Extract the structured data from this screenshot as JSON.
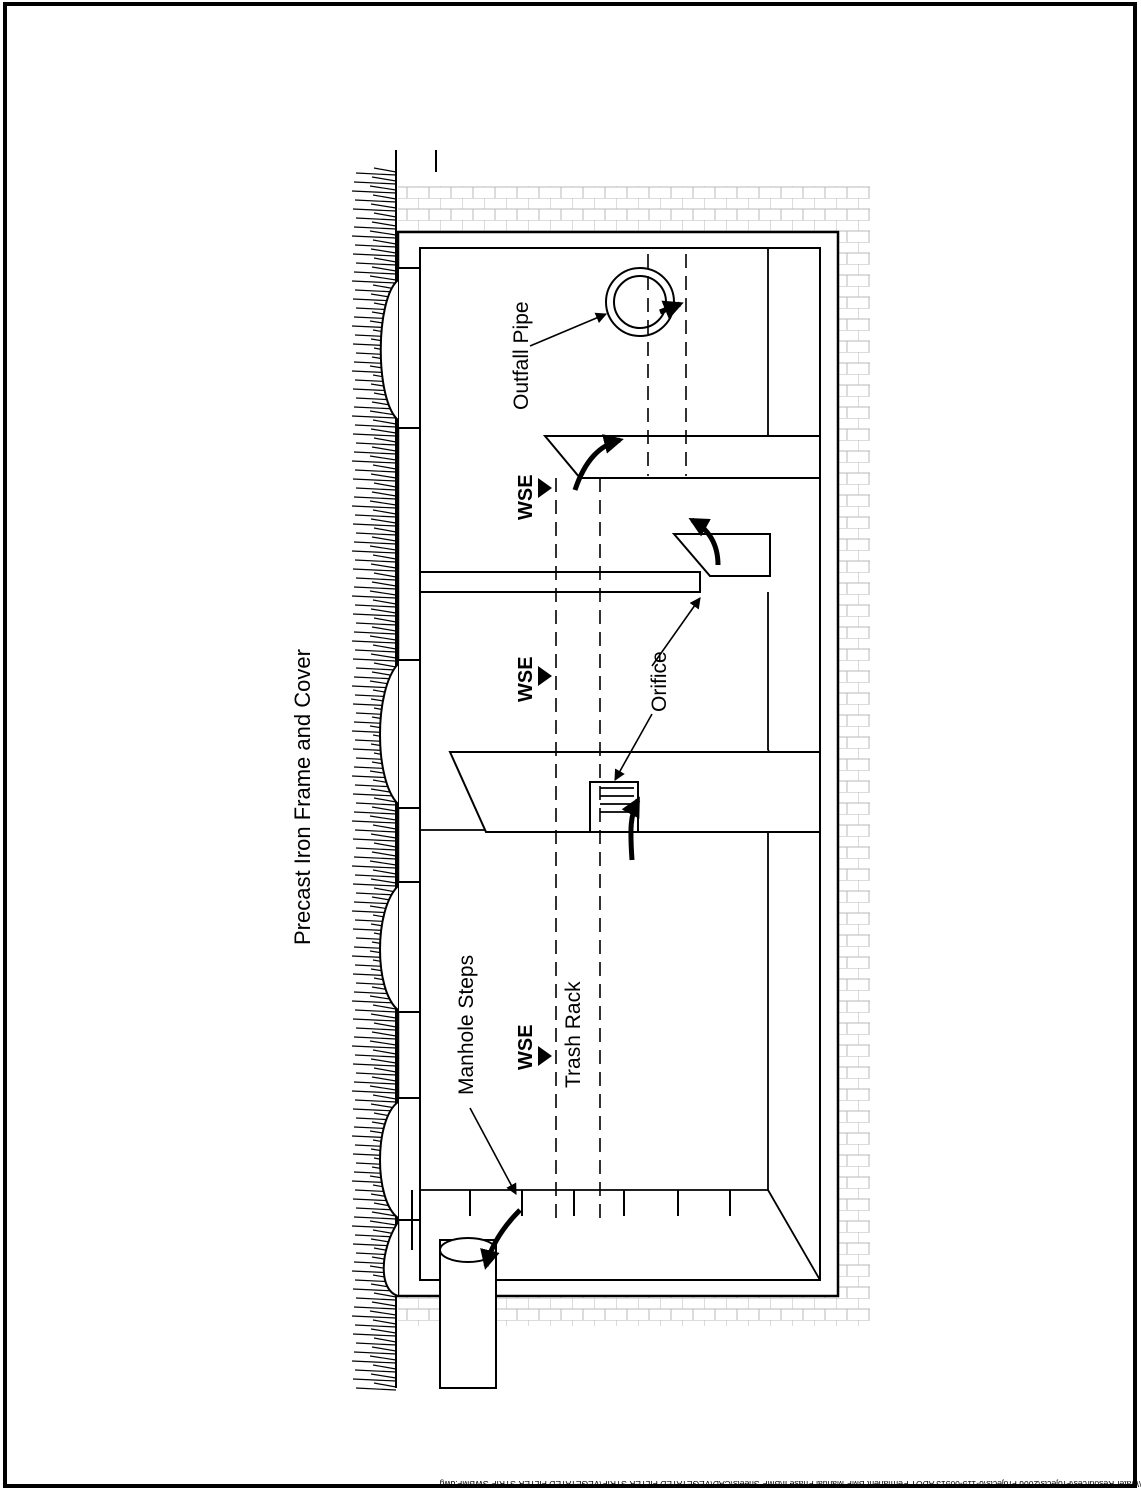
{
  "labels": {
    "frame_cover": "Precast Iron Frame and Cover",
    "manhole_steps": "Manhole Steps",
    "wse_1": "WSE",
    "trash_rack": "Trash Rack",
    "wse_2": "WSE",
    "orifice": "Orifice",
    "wse_3": "WSE",
    "outfall_pipe": "Outfall Pipe"
  },
  "file_path": "G:\\Water Resources\\Projects\\2006 Projects\\6-115-00513 ADOT Permanent BMP Manual Phase II\\BMP Sheets\\CAD\\VEGETATED FILTER STRIP\\VEGETATED FILTER STRIP SWBMP.dwg",
  "colors": {
    "ink": "#000000",
    "background": "#ffffff",
    "hatch": "#b8b8b8"
  }
}
